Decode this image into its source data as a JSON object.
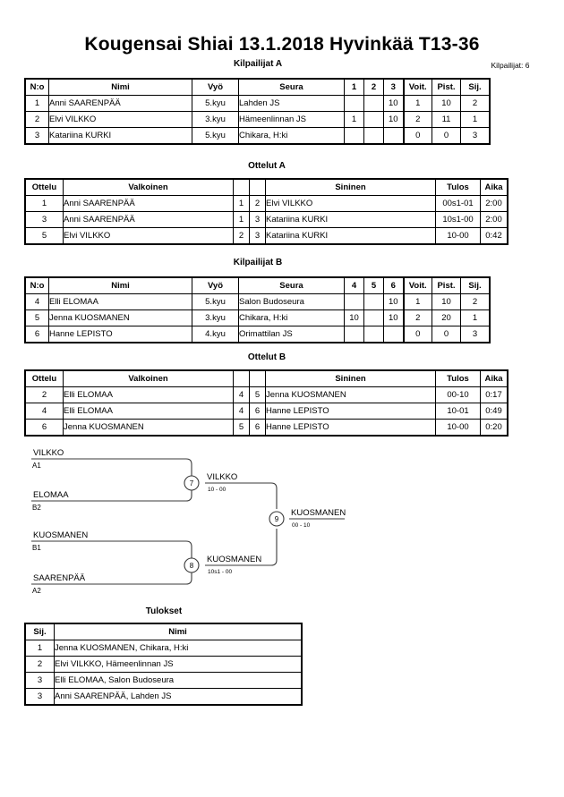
{
  "header": {
    "title": "Kougensai Shiai  13.1.2018  Hyvinkää   T13-36",
    "entrant_count_label": "Kilpailijat: 6"
  },
  "captions": {
    "pool_a": "Kilpailijat A",
    "matches_a": "Ottelut A",
    "pool_b": "Kilpailijat B",
    "matches_b": "Ottelut B",
    "results": "Tulokset"
  },
  "pool_a": {
    "columns": [
      "N:o",
      "Nimi",
      "Vyö",
      "Seura",
      "1",
      "2",
      "3",
      "Voit.",
      "Pist.",
      "Sij."
    ],
    "rows": [
      {
        "no": "1",
        "name": "Anni SAARENPÄÄ",
        "belt": "5.kyu",
        "club": "Lahden JS",
        "m1": "",
        "m2": "",
        "m3": "10",
        "wins": "1",
        "points": "10",
        "rank": "2"
      },
      {
        "no": "2",
        "name": "Elvi VILKKO",
        "belt": "3.kyu",
        "club": "Hämeenlinnan JS",
        "m1": "1",
        "m2": "",
        "m3": "10",
        "wins": "2",
        "points": "11",
        "rank": "1"
      },
      {
        "no": "3",
        "name": "Katariina KURKI",
        "belt": "5.kyu",
        "club": "Chikara, H:ki",
        "m1": "",
        "m2": "",
        "m3": "",
        "wins": "0",
        "points": "0",
        "rank": "3"
      }
    ]
  },
  "matches_a": {
    "columns": [
      "Ottelu",
      "Valkoinen",
      "",
      "",
      "Sininen",
      "Tulos",
      "Aika"
    ],
    "rows": [
      {
        "match": "1",
        "white": "Anni SAARENPÄÄ",
        "white_no": "1",
        "blue_no": "2",
        "blue": "Elvi VILKKO",
        "result": "00s1-01",
        "time": "2:00"
      },
      {
        "match": "3",
        "white": "Anni SAARENPÄÄ",
        "white_no": "1",
        "blue_no": "3",
        "blue": "Katariina KURKI",
        "result": "10s1-00",
        "time": "2:00"
      },
      {
        "match": "5",
        "white": "Elvi VILKKO",
        "white_no": "2",
        "blue_no": "3",
        "blue": "Katariina KURKI",
        "result": "10-00",
        "time": "0:42"
      }
    ]
  },
  "pool_b": {
    "columns": [
      "N:o",
      "Nimi",
      "Vyö",
      "Seura",
      "4",
      "5",
      "6",
      "Voit.",
      "Pist.",
      "Sij."
    ],
    "rows": [
      {
        "no": "4",
        "name": "Elli ELOMAA",
        "belt": "5.kyu",
        "club": "Salon Budoseura",
        "m1": "",
        "m2": "",
        "m3": "10",
        "wins": "1",
        "points": "10",
        "rank": "2"
      },
      {
        "no": "5",
        "name": "Jenna KUOSMANEN",
        "belt": "3.kyu",
        "club": "Chikara, H:ki",
        "m1": "10",
        "m2": "",
        "m3": "10",
        "wins": "2",
        "points": "20",
        "rank": "1"
      },
      {
        "no": "6",
        "name": "Hanne LEPISTO",
        "belt": "4.kyu",
        "club": "Orimattilan JS",
        "m1": "",
        "m2": "",
        "m3": "",
        "wins": "0",
        "points": "0",
        "rank": "3"
      }
    ]
  },
  "matches_b": {
    "columns": [
      "Ottelu",
      "Valkoinen",
      "",
      "",
      "Sininen",
      "Tulos",
      "Aika"
    ],
    "rows": [
      {
        "match": "2",
        "white": "Elli ELOMAA",
        "white_no": "4",
        "blue_no": "5",
        "blue": "Jenna KUOSMANEN",
        "result": "00-10",
        "time": "0:17"
      },
      {
        "match": "4",
        "white": "Elli ELOMAA",
        "white_no": "4",
        "blue_no": "6",
        "blue": "Hanne LEPISTO",
        "result": "10-01",
        "time": "0:49"
      },
      {
        "match": "6",
        "white": "Jenna KUOSMANEN",
        "white_no": "5",
        "blue_no": "6",
        "blue": "Hanne LEPISTO",
        "result": "10-00",
        "time": "0:20"
      }
    ]
  },
  "bracket": {
    "entries": [
      {
        "name": "VILKKO",
        "seed": "A1"
      },
      {
        "name": "ELOMAA",
        "seed": "B2"
      },
      {
        "name": "KUOSMANEN",
        "seed": "B1"
      },
      {
        "name": "SAARENPÄÄ",
        "seed": "A2"
      }
    ],
    "nodes": [
      {
        "number": "7",
        "winner": "VILKKO",
        "score": "10 - 00"
      },
      {
        "number": "8",
        "winner": "KUOSMANEN",
        "score": "10s1 - 00"
      },
      {
        "number": "9",
        "winner": "KUOSMANEN",
        "score": "00 - 10"
      }
    ]
  },
  "results": {
    "columns": [
      "Sij.",
      "Nimi"
    ],
    "rows": [
      {
        "rank": "1",
        "name": "Jenna KUOSMANEN, Chikara, H:ki"
      },
      {
        "rank": "2",
        "name": "Elvi VILKKO, Hämeenlinnan JS"
      },
      {
        "rank": "3",
        "name": "Elli ELOMAA, Salon Budoseura"
      },
      {
        "rank": "3",
        "name": "Anni SAARENPÄÄ, Lahden JS"
      }
    ]
  }
}
